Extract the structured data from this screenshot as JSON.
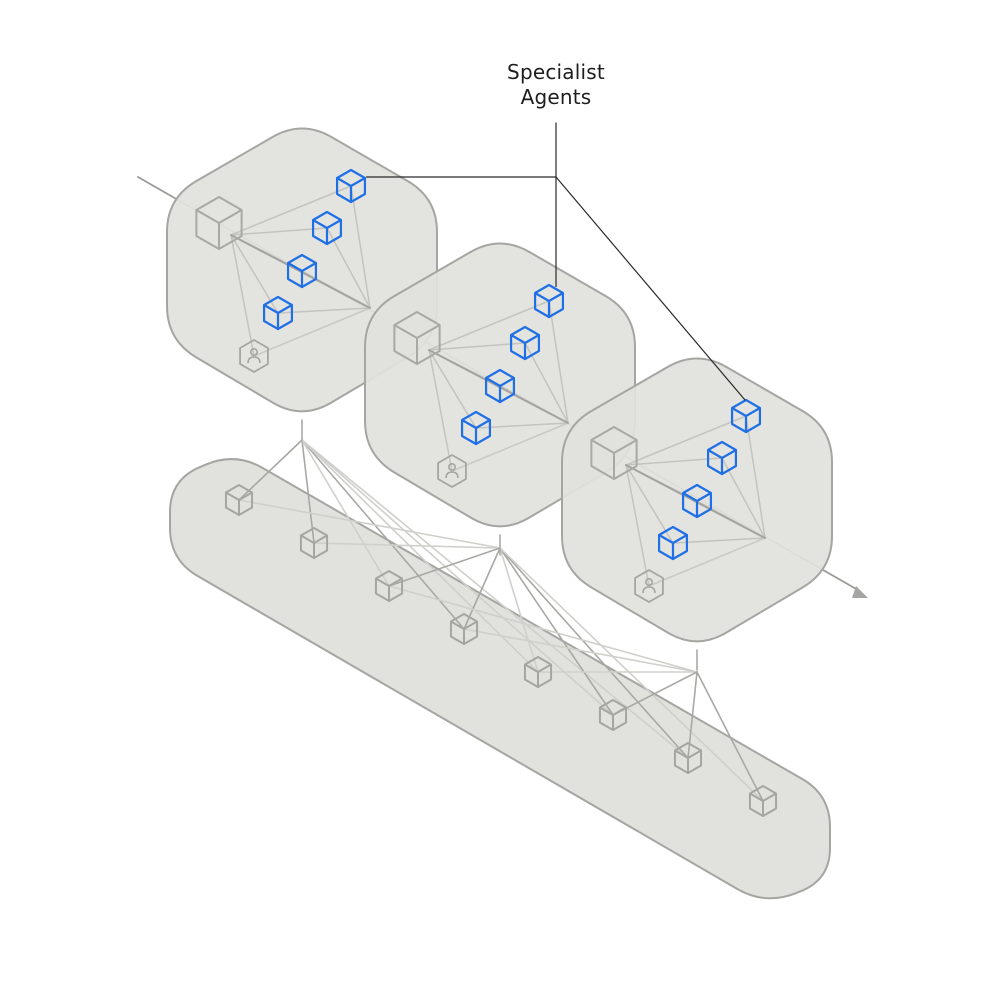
{
  "callout": {
    "line1": "Specialist",
    "line2": "Agents"
  },
  "colors": {
    "panel_fill": "#e1e1dd",
    "panel_stroke": "#a5a5a1",
    "agent_blue": "#1f6fe6",
    "connector_dark": "#8f8f8b",
    "connector_light": "#c8c8c4",
    "callout_line": "#2a2a2a",
    "arrow": "#a5a5a1"
  },
  "groups": [
    {
      "name": "group-1",
      "orchestrator": "orchestrator-agent",
      "specialists": 4,
      "user": "user-node"
    },
    {
      "name": "group-2",
      "orchestrator": "orchestrator-agent",
      "specialists": 4,
      "user": "user-node"
    },
    {
      "name": "group-3",
      "orchestrator": "orchestrator-agent",
      "specialists": 4,
      "user": "user-node"
    }
  ],
  "shared_layer": {
    "name": "shared-tools-layer",
    "nodes": 8
  }
}
